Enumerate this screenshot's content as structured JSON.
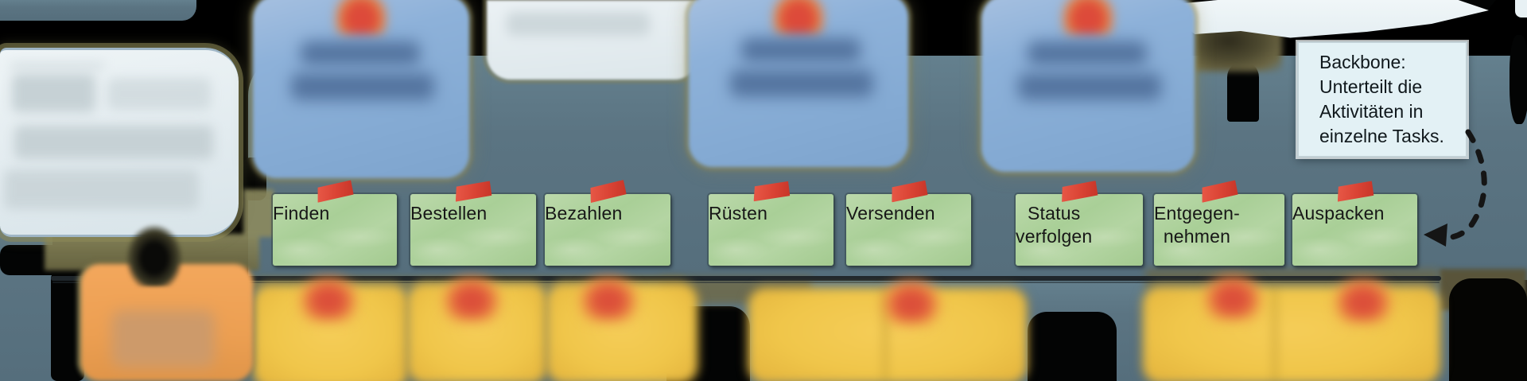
{
  "board": {
    "kind": "user-story-map-whiteboard-photo",
    "annotation_note": {
      "text": "Backbone:\nUnterteilt die\nAktivitäten in\neinzelne Tasks."
    },
    "backbone_tasks": [
      {
        "label": "Finden",
        "display": "Finden"
      },
      {
        "label": "Bestellen",
        "display": "Bestellen"
      },
      {
        "label": "Bezahlen",
        "display": "Bezahlen"
      },
      {
        "label": "Rüsten",
        "display": "Rüsten"
      },
      {
        "label": "Versenden",
        "display": "Versenden"
      },
      {
        "label": "Status verfolgen",
        "display": "Status\nverfolgen"
      },
      {
        "label": "Entgegen-nehmen",
        "display": "Entgegen-\nnehmen"
      },
      {
        "label": "Auspacken",
        "display": "Auspacken"
      }
    ],
    "blurred_rows": {
      "activity_notes_blue_count": 3,
      "top_white_notes_count": 2,
      "detail_notes_yellow_count": 5,
      "detail_note_orange_count": 1,
      "legible": false
    },
    "colors": {
      "background": "#000000",
      "board_slate": "#5b7482",
      "note_green": "#aacf98",
      "note_blue": "#86abd4",
      "note_yellow": "#f0c64a",
      "note_orange": "#eda158",
      "note_white": "#e9f1f4",
      "tape_red": "#da4334",
      "pin_red_orange": "#dc4f3a",
      "annotation_bg": "#e3f1f5",
      "halo_olive": "#8c8656",
      "arrow_black": "#151515",
      "text_dark": "#171717"
    }
  }
}
